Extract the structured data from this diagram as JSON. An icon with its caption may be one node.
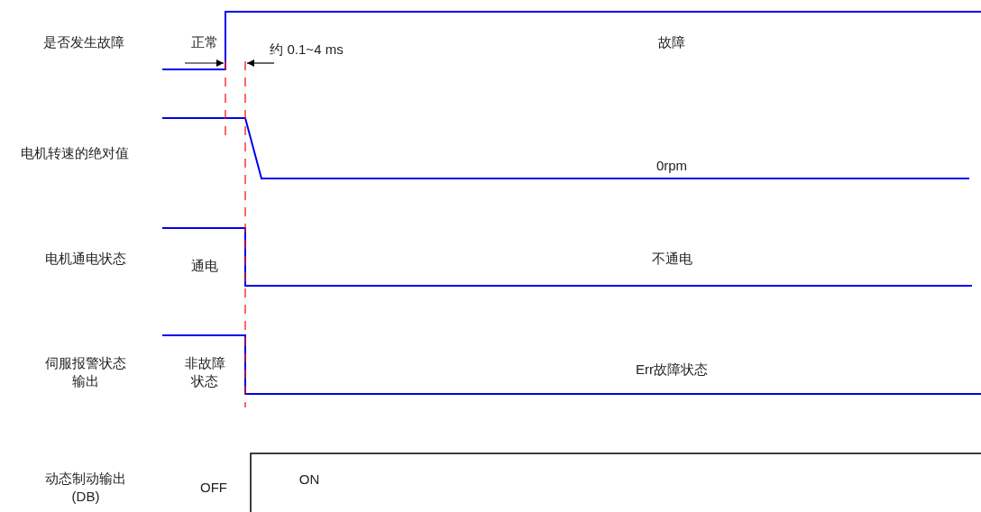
{
  "diagram": {
    "labels": [
      "是否发生故障",
      "正常",
      "约 0.1~4 ms",
      "故障",
      "电机转速的绝对值",
      "0rpm",
      "电机通电状态",
      "通电",
      "不通电",
      "伺服报警状态输出",
      "非故障状态",
      "Err故障状态",
      "动态制动输出(DB)",
      "OFF",
      "ON"
    ]
  }
}
